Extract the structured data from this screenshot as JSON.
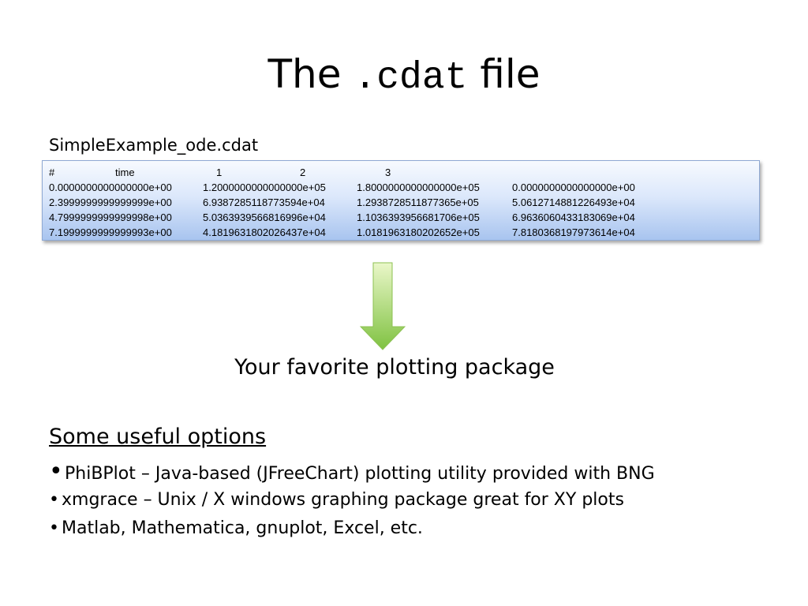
{
  "title": {
    "prefix": "The",
    "code": ".cdat",
    "suffix": "file"
  },
  "filename": "SimpleExample_ode.cdat",
  "data_file": {
    "header": [
      "#",
      "time",
      "1",
      "2",
      "3"
    ],
    "rows": [
      [
        "0.0000000000000000e+00",
        "1.2000000000000000e+05",
        "1.8000000000000000e+05",
        "0.0000000000000000e+00"
      ],
      [
        "2.3999999999999999e+00",
        "6.9387285118773594e+04",
        "1.2938728511877365e+05",
        "5.0612714881226493e+04"
      ],
      [
        "4.7999999999999998e+00",
        "5.0363939566816996e+04",
        "1.1036393956681706e+05",
        "6.9636060433183069e+04"
      ],
      [
        "7.1999999999999993e+00",
        "4.1819631802026437e+04",
        "1.0181963180202652e+05",
        "7.8180368197973614e+04"
      ]
    ]
  },
  "arrow": {
    "icon": "down-arrow-icon",
    "color_top": "#eaf7c9",
    "color_bottom": "#7fc241"
  },
  "subtitle": "Your favorite plotting package",
  "options": {
    "title": "Some useful options",
    "items": [
      "PhiBPlot – Java-based (JFreeChart) plotting utility provided with BNG",
      "xmgrace – Unix / X windows graphing package great for XY plots",
      "Matlab, Mathematica, gnuplot, Excel, etc."
    ]
  }
}
